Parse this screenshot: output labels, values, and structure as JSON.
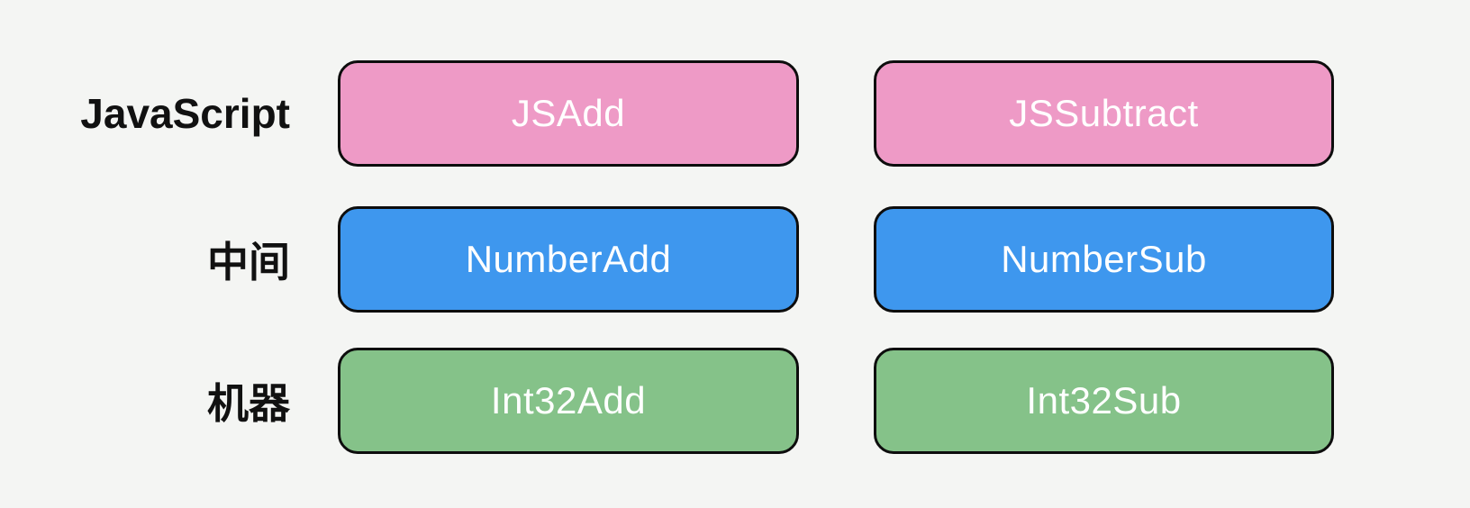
{
  "canvas": {
    "background_color": "#f4f5f3",
    "node_border_color": "#0d0d0d",
    "node_text_color": "#ffffff",
    "label_text_color": "#111111"
  },
  "rows": [
    {
      "label": "JavaScript",
      "level": "javascript-level",
      "color": "#ee9ac6",
      "boxes": [
        {
          "text": "JSAdd"
        },
        {
          "text": "JSSubtract"
        }
      ]
    },
    {
      "label": "中间",
      "level": "intermediate-level",
      "color": "#3e97ee",
      "boxes": [
        {
          "text": "NumberAdd"
        },
        {
          "text": "NumberSub"
        }
      ]
    },
    {
      "label": "机器",
      "level": "machine-level",
      "color": "#85c289",
      "boxes": [
        {
          "text": "Int32Add"
        },
        {
          "text": "Int32Sub"
        }
      ]
    }
  ]
}
